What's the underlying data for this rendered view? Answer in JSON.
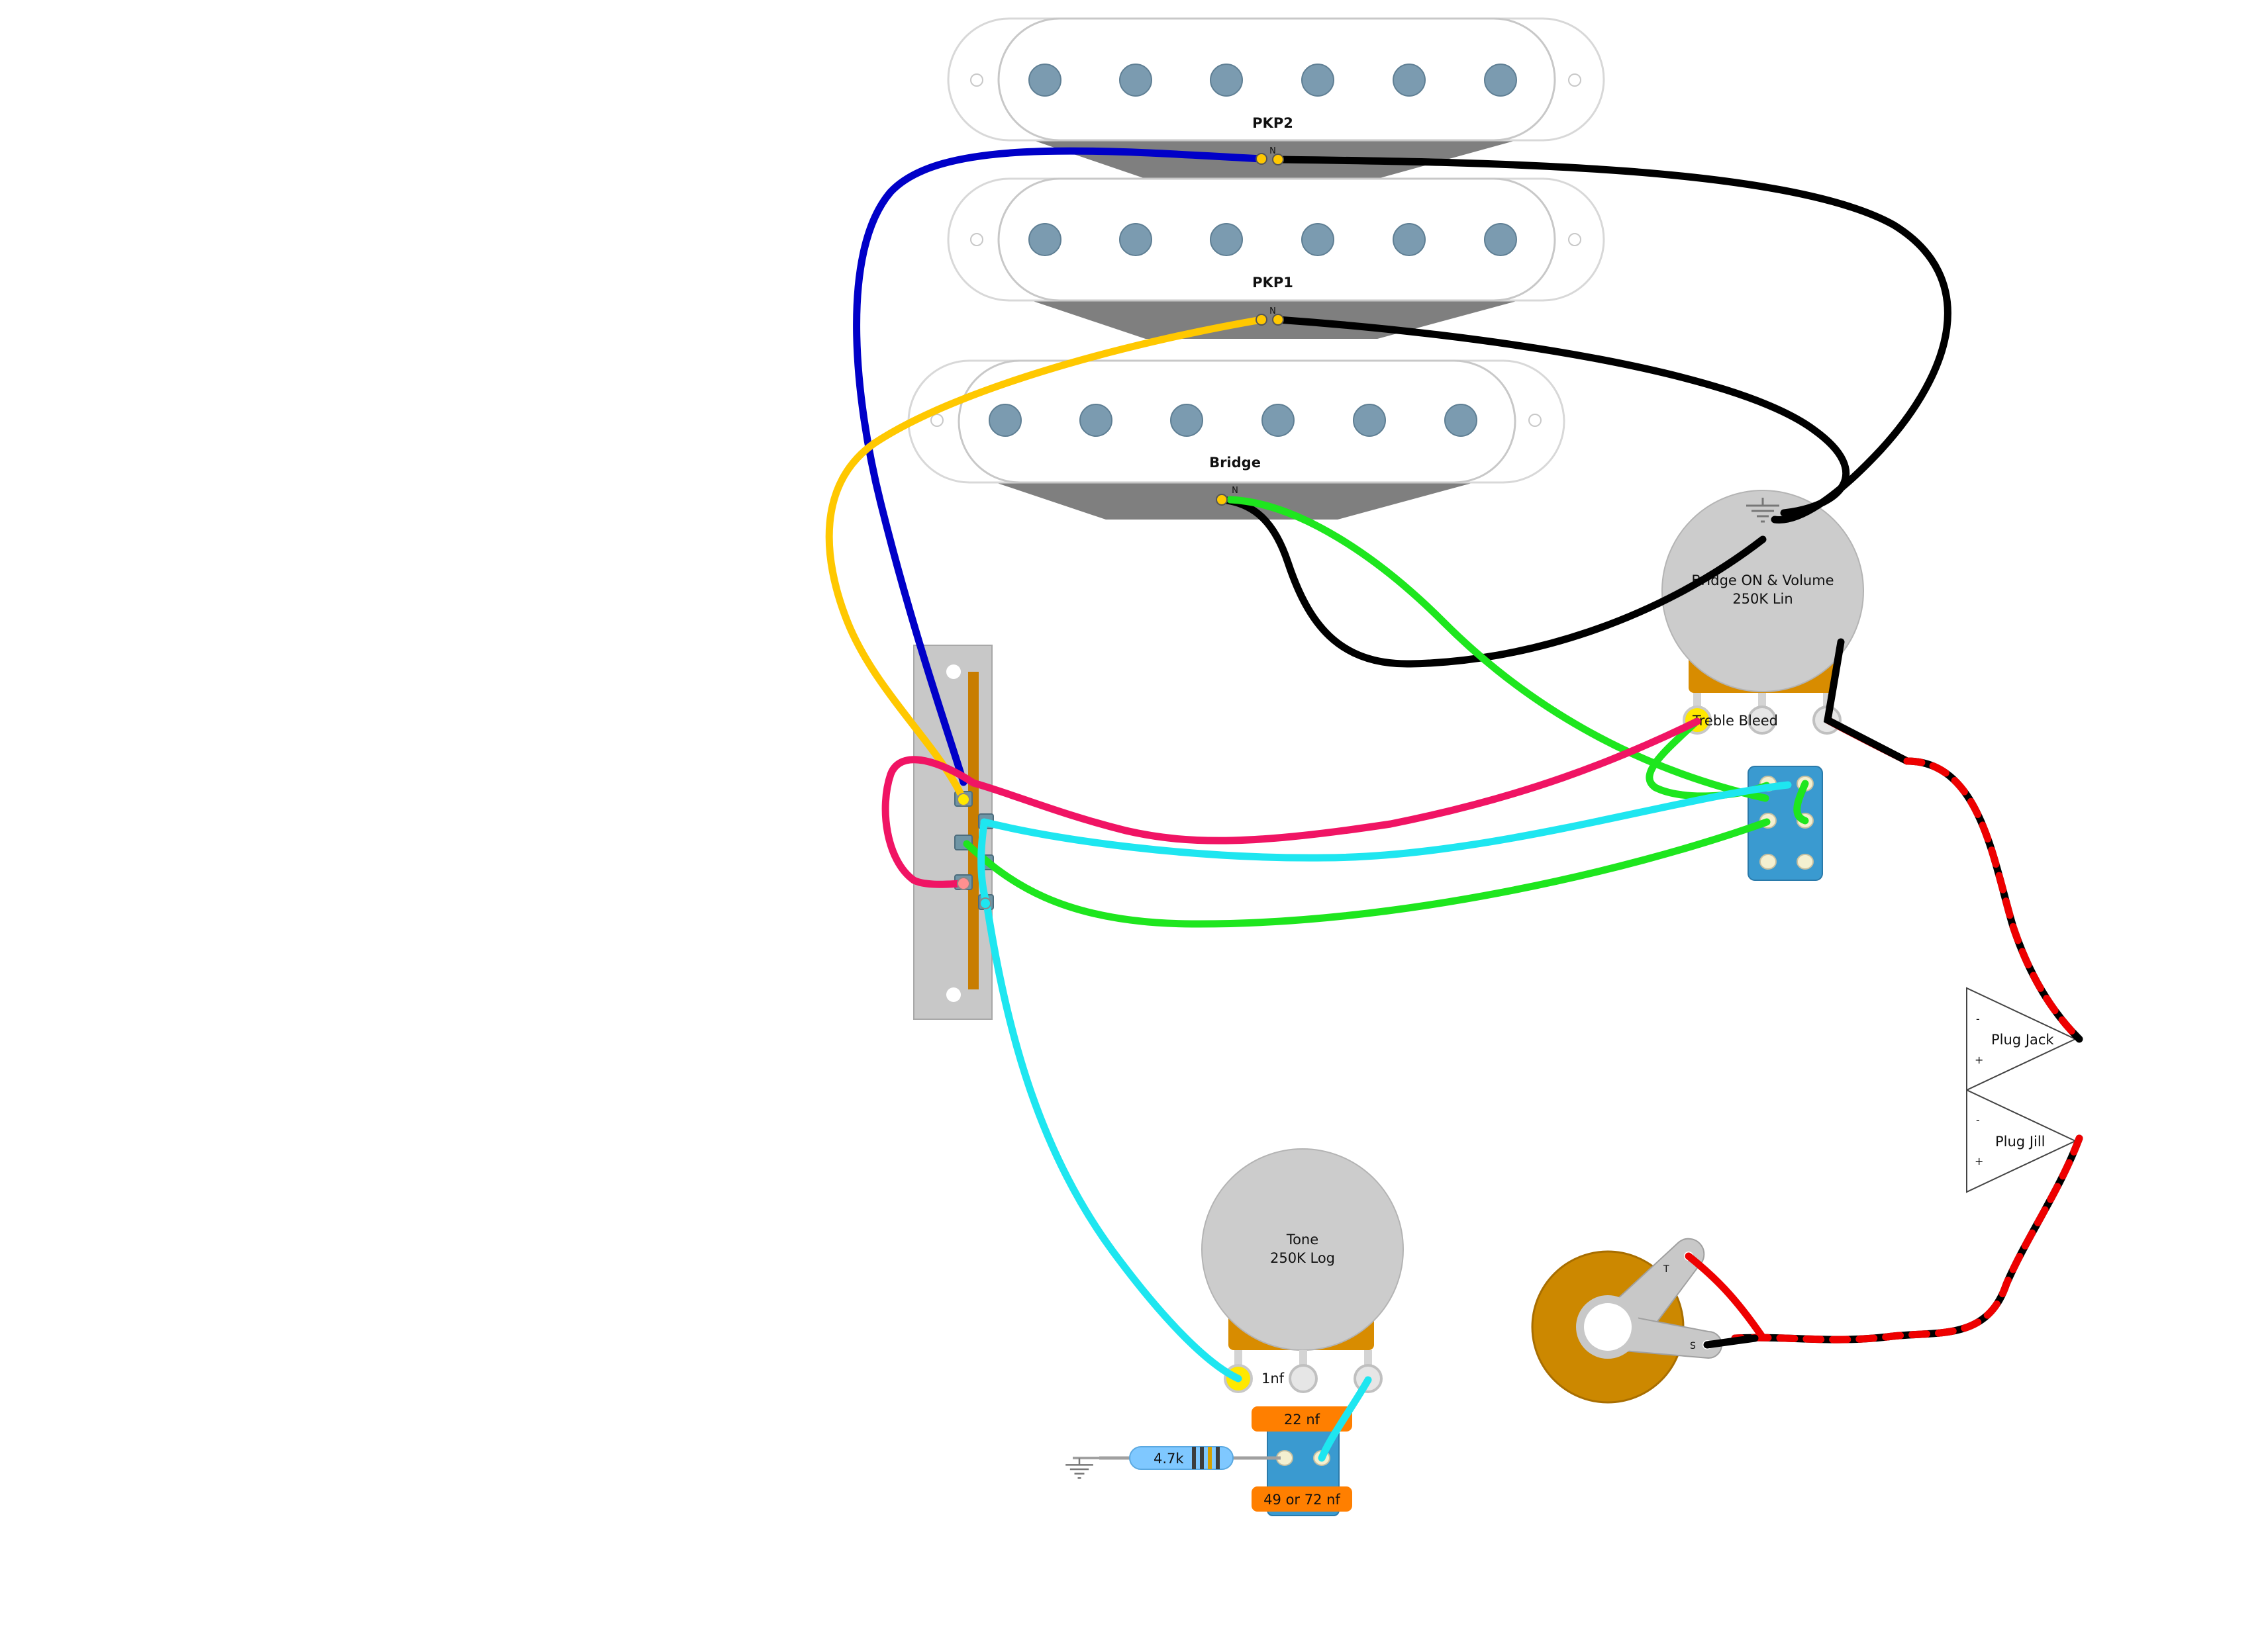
{
  "pickups": {
    "pkp2": {
      "label": "PKP2",
      "terminal": "N"
    },
    "pkp1": {
      "label": "PKP1",
      "terminal": "N"
    },
    "bridge": {
      "label": "Bridge",
      "terminal": "N"
    }
  },
  "volume_pot": {
    "line1": "Bridge ON & Volume",
    "line2": "250K Lin",
    "lug_label": "Treble Bleed"
  },
  "tone_pot": {
    "line1": "Tone",
    "line2": "250K Log",
    "cap_label": "1nf"
  },
  "tone_caps": {
    "top": "22 nf",
    "bottom": "49 or 72 nf"
  },
  "resistor": {
    "label": "4.7k"
  },
  "plug_jack": {
    "label": "Plug Jack",
    "minus": "-",
    "plus": "+"
  },
  "plug_jill": {
    "label": "Plug Jill",
    "minus": "-",
    "plus": "+"
  },
  "output_jack": {
    "tip": "T",
    "sleeve": "S"
  },
  "colors": {
    "blue_wire": "#0000c8",
    "black_wire": "#000000",
    "yellow_wire": "#ffc800",
    "green_wire": "#1ee61e",
    "cyan_wire": "#1ee6f0",
    "pink_wire": "#f01464",
    "red_wire": "#ee0000",
    "pot_body": "#cccccc",
    "pot_base": "#d88c00",
    "pole_piece": "#7b9bb0",
    "dpdt_body": "#3a9ad0",
    "cap_orange": "#ff7f00"
  }
}
